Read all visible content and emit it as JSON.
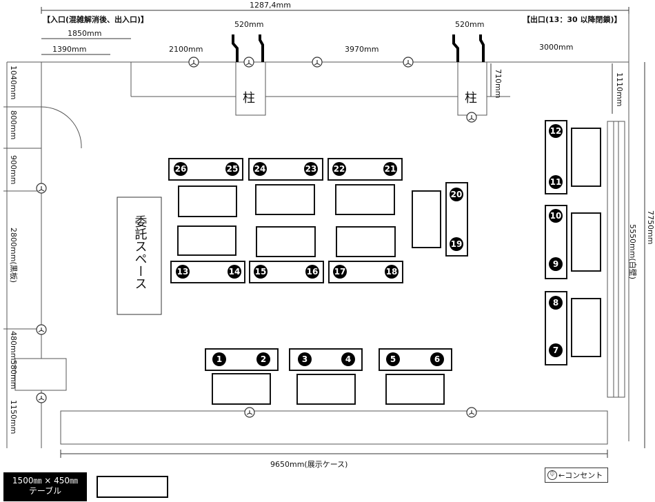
{
  "top_total": "1287,4mm",
  "entrance_label": "【入口(混雑解消後、出入口)】",
  "exit_label": "【出口(13：30 以降閉鎖)】",
  "top_dims": {
    "d1850": "1850mm",
    "d1390": "1390mm",
    "d2100": "2100mm",
    "d520a": "520mm",
    "d3970": "3970mm",
    "d520b": "520mm",
    "d3000": "3000mm"
  },
  "pillar_label": "柱",
  "right_dims": {
    "d710": "710mm",
    "d1110": "1110mm",
    "d5550": "5550mm(白壁)",
    "d7750": "7750mm"
  },
  "left_dims": {
    "d1040": "1040mm",
    "d800": "800mm",
    "d900": "900mm",
    "d2800": "2800mm(黒板)",
    "d480": "480mm",
    "d580": "580mm",
    "d1150": "1150mm"
  },
  "consignment_label": "委託スペース",
  "case_label": "9650mm(展示ケース)",
  "legend": {
    "size_line": "1500㎜ × 450㎜",
    "name_line": "テーブル"
  },
  "outlet_legend": {
    "glyph": "⏀",
    "text": "←コンセント"
  },
  "table_numbers": [
    "1",
    "2",
    "3",
    "4",
    "5",
    "6",
    "7",
    "8",
    "9",
    "10",
    "11",
    "12",
    "13",
    "14",
    "15",
    "16",
    "17",
    "18",
    "19",
    "20",
    "21",
    "22",
    "23",
    "24",
    "25",
    "26"
  ]
}
